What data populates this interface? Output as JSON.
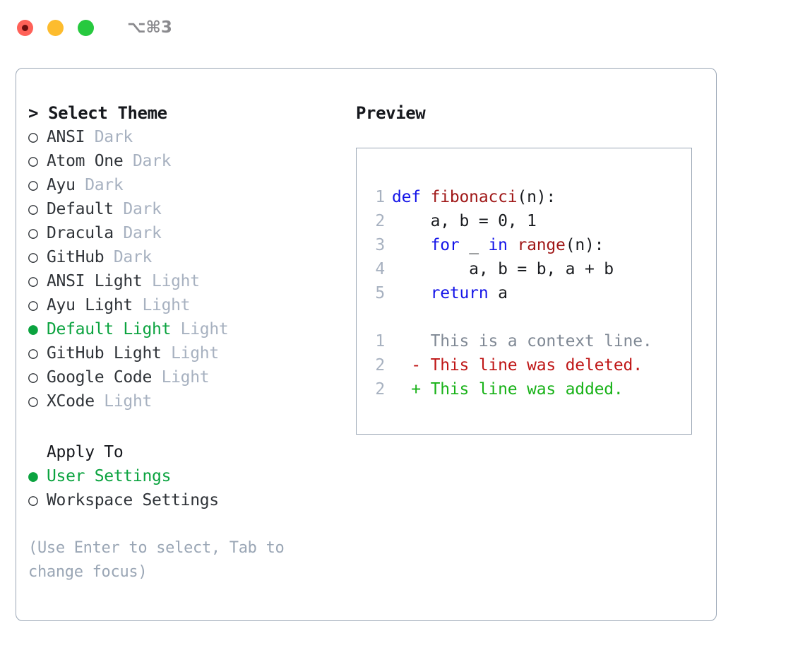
{
  "window": {
    "title": "⌥⌘3",
    "traffic_lights": [
      {
        "name": "close",
        "color": "#FF6158"
      },
      {
        "name": "minimize",
        "color": "#FDBC2E"
      },
      {
        "name": "maximize",
        "color": "#27C93F"
      }
    ]
  },
  "colors": {
    "accent_green": "#0BA33F",
    "muted": "#A7B1C0",
    "border": "#9AA6B5",
    "keyword_blue": "#1414E8",
    "function_red": "#A01818",
    "diff_added": "#18B218",
    "diff_deleted": "#BF1616",
    "diff_context": "#7F8894"
  },
  "theme_picker": {
    "heading": "> Select Theme",
    "bullet_unselected": "○",
    "bullet_selected": "●",
    "items": [
      {
        "label": "ANSI",
        "kind": "Dark",
        "selected": false
      },
      {
        "label": "Atom One",
        "kind": "Dark",
        "selected": false
      },
      {
        "label": "Ayu",
        "kind": "Dark",
        "selected": false
      },
      {
        "label": "Default",
        "kind": "Dark",
        "selected": false
      },
      {
        "label": "Dracula",
        "kind": "Dark",
        "selected": false
      },
      {
        "label": "GitHub",
        "kind": "Dark",
        "selected": false
      },
      {
        "label": "ANSI Light",
        "kind": "Light",
        "selected": false
      },
      {
        "label": "Ayu Light",
        "kind": "Light",
        "selected": false
      },
      {
        "label": "Default Light",
        "kind": "Light",
        "selected": true
      },
      {
        "label": "GitHub Light",
        "kind": "Light",
        "selected": false
      },
      {
        "label": "Google Code",
        "kind": "Light",
        "selected": false
      },
      {
        "label": "XCode",
        "kind": "Light",
        "selected": false
      }
    ]
  },
  "apply_to": {
    "heading": "Apply To",
    "items": [
      {
        "label": "User Settings",
        "selected": true
      },
      {
        "label": "Workspace Settings",
        "selected": false
      }
    ]
  },
  "hint": "(Use Enter to select, Tab to change focus)",
  "preview": {
    "title": "Preview",
    "code_lines": [
      {
        "no": "1",
        "tokens": [
          {
            "t": "def ",
            "c": "kw"
          },
          {
            "t": "fibonacci",
            "c": "fn"
          },
          {
            "t": "(n):",
            "c": "plain"
          }
        ]
      },
      {
        "no": "2",
        "tokens": [
          {
            "t": "    a, b = 0, 1",
            "c": "plain"
          }
        ]
      },
      {
        "no": "3",
        "tokens": [
          {
            "t": "    ",
            "c": "plain"
          },
          {
            "t": "for",
            "c": "kw"
          },
          {
            "t": " _ ",
            "c": "plain"
          },
          {
            "t": "in",
            "c": "kw"
          },
          {
            "t": " ",
            "c": "plain"
          },
          {
            "t": "range",
            "c": "fn"
          },
          {
            "t": "(n):",
            "c": "plain"
          }
        ]
      },
      {
        "no": "4",
        "tokens": [
          {
            "t": "        a, b = b, a + b",
            "c": "plain"
          }
        ]
      },
      {
        "no": "5",
        "tokens": [
          {
            "t": "    ",
            "c": "plain"
          },
          {
            "t": "return",
            "c": "kw"
          },
          {
            "t": " a",
            "c": "plain"
          }
        ]
      }
    ],
    "diff_lines": [
      {
        "no": "1",
        "marker": " ",
        "text": " This is a context line.",
        "c": "ctx"
      },
      {
        "no": "2",
        "marker": "-",
        "text": " This line was deleted.",
        "c": "del"
      },
      {
        "no": "2",
        "marker": "+",
        "text": " This line was added.",
        "c": "add"
      }
    ]
  }
}
